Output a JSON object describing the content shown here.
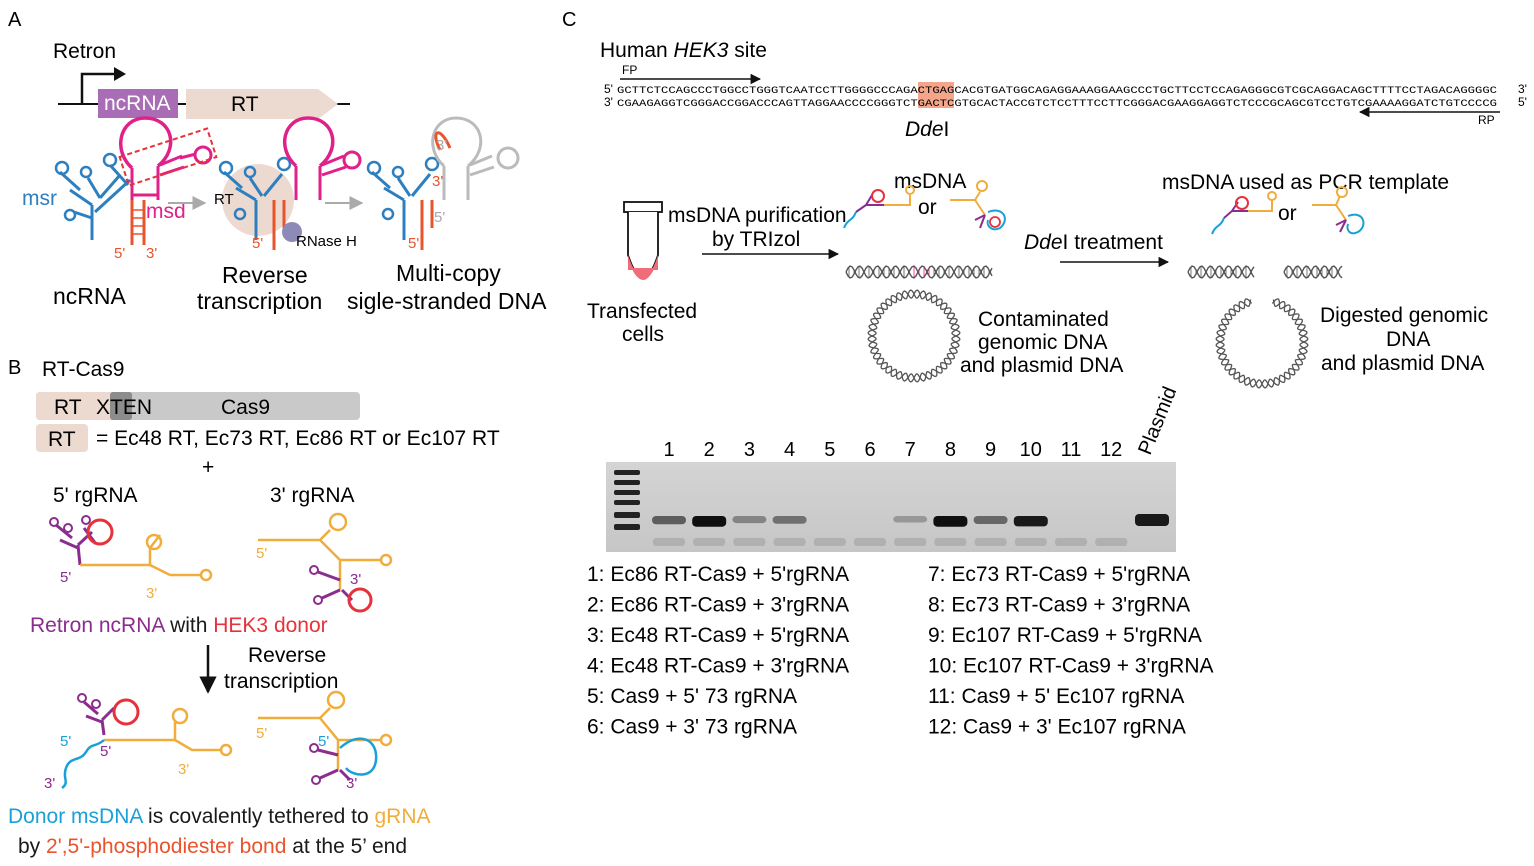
{
  "panels": {
    "a": "A",
    "b": "B",
    "c": "C"
  },
  "panel_a": {
    "retron_label": "Retron",
    "gene_ncrna": "ncRNA",
    "gene_rt": "RT",
    "msr_label": "msr",
    "msd_label": "msd",
    "rt_label": "RT",
    "rnase_label": "RNase H",
    "end5": "5'",
    "end3": "3'",
    "cap1": "ncRNA",
    "cap2_l1": "Reverse",
    "cap2_l2": "transcription",
    "cap3_l1": "Multi-copy",
    "cap3_l2": "sigle-stranded DNA"
  },
  "panel_b": {
    "title": "RT-Cas9",
    "seg_rt": "RT",
    "seg_xten": "XTEN",
    "seg_cas9": "Cas9",
    "key_rt": "RT",
    "key_text": "= Ec48 RT, Ec73 RT, Ec86 RT or Ec107 RT",
    "plus": "+",
    "rg5_title": "5' rgRNA",
    "rg3_title": "3' rgRNA",
    "end5": "5'",
    "end3": "3'",
    "line1_a": "Retron ncRNA",
    "line1_b": " with ",
    "line1_c": "HEK3 donor",
    "arrow_l1": "Reverse",
    "arrow_l2": "transcription",
    "foot1_a": "Donor msDNA",
    "foot1_b": " is covalently tethered to ",
    "foot1_c": "gRNA",
    "foot2_a": "by ",
    "foot2_b": "2',5'-phosphodiester bond",
    "foot2_c": " at the 5’ end"
  },
  "panel_c": {
    "site_a": "Human ",
    "site_b": "HEK3",
    "site_c": " site",
    "fp": "FP",
    "rp": "RP",
    "p5": "5'",
    "p3": "3'",
    "seq_top": "GCTTCTCCAGCCCTGGCCTGGGTCAATCCTTGGGGCCCAGACTGAGCACGTGATGGCAGAGGAAAGGAAGCCCTGCTTCCTCCAGAGGGCGTCGCAGGACAGCTTTTCCTAGACAGGGGC",
    "seq_bot": "CGAAGAGGTCGGGACCGGACCCAGTTAGGAACCCCGGGTCTGACTCGTGCACTACCGTCTCCTTTCCTTCGGGACGAAGGAGGTCTCCCGCAGCGTCCTGTCGAAAAGGATCTGTCCCCG",
    "enzyme_a": "Dde",
    "enzyme_b": "I",
    "tube_l1": "Transfected",
    "tube_l2": "cells",
    "purif_l1": "msDNA purification",
    "purif_l2": "by TRIzol",
    "msdna": "msDNA",
    "or": "or",
    "treat_a": "Dde",
    "treat_b": "I treatment",
    "template": "msDNA used as PCR template",
    "contam_l1": "Contaminated",
    "contam_l2": "genomic DNA",
    "contam_l3": "and plasmid DNA",
    "digest_l1": "Digested genomic",
    "digest_l2": "DNA",
    "digest_l3": "and plasmid DNA",
    "plasmid": "Plasmid",
    "lanes": [
      "1",
      "2",
      "3",
      "4",
      "5",
      "6",
      "7",
      "8",
      "9",
      "10",
      "11",
      "12"
    ],
    "lane_intensity": [
      0.55,
      0.95,
      0.35,
      0.45,
      0,
      0,
      0.25,
      0.95,
      0.5,
      0.9,
      0,
      0
    ],
    "plasmid_intensity": 0.9,
    "legend_left": [
      "1: Ec86 RT-Cas9 + 5'rgRNA",
      "2: Ec86 RT-Cas9 + 3'rgRNA",
      "3: Ec48 RT-Cas9 + 5'rgRNA",
      "4: Ec48 RT-Cas9 + 3'rgRNA",
      "5: Cas9 + 5' 73 rgRNA",
      "6: Cas9 + 3' 73 rgRNA"
    ],
    "legend_right": [
      "7: Ec73 RT-Cas9 + 5'rgRNA",
      "8: Ec73 RT-Cas9 + 3'rgRNA",
      "9: Ec107 RT-Cas9 + 5'rgRNA",
      "10: Ec107 RT-Cas9 + 3'rgRNA",
      "11: Cas9 + 5' Ec107 rgRNA",
      "12: Cas9 + 3' Ec107 rgRNA"
    ]
  },
  "colors": {
    "msr": "#2e7fc0",
    "msd": "#e0218a",
    "ncrna_box": "#a86db5",
    "rt_box": "#ecd9cf",
    "rnase": "#8e8ab8",
    "orange_red": "#e8542c",
    "gold": "#f0ad3c",
    "purple": "#8b2c8f",
    "red": "#e5323b",
    "cyan": "#1aa0d8",
    "gray": "#b5b5b5",
    "highlight": "#f4a58a"
  }
}
